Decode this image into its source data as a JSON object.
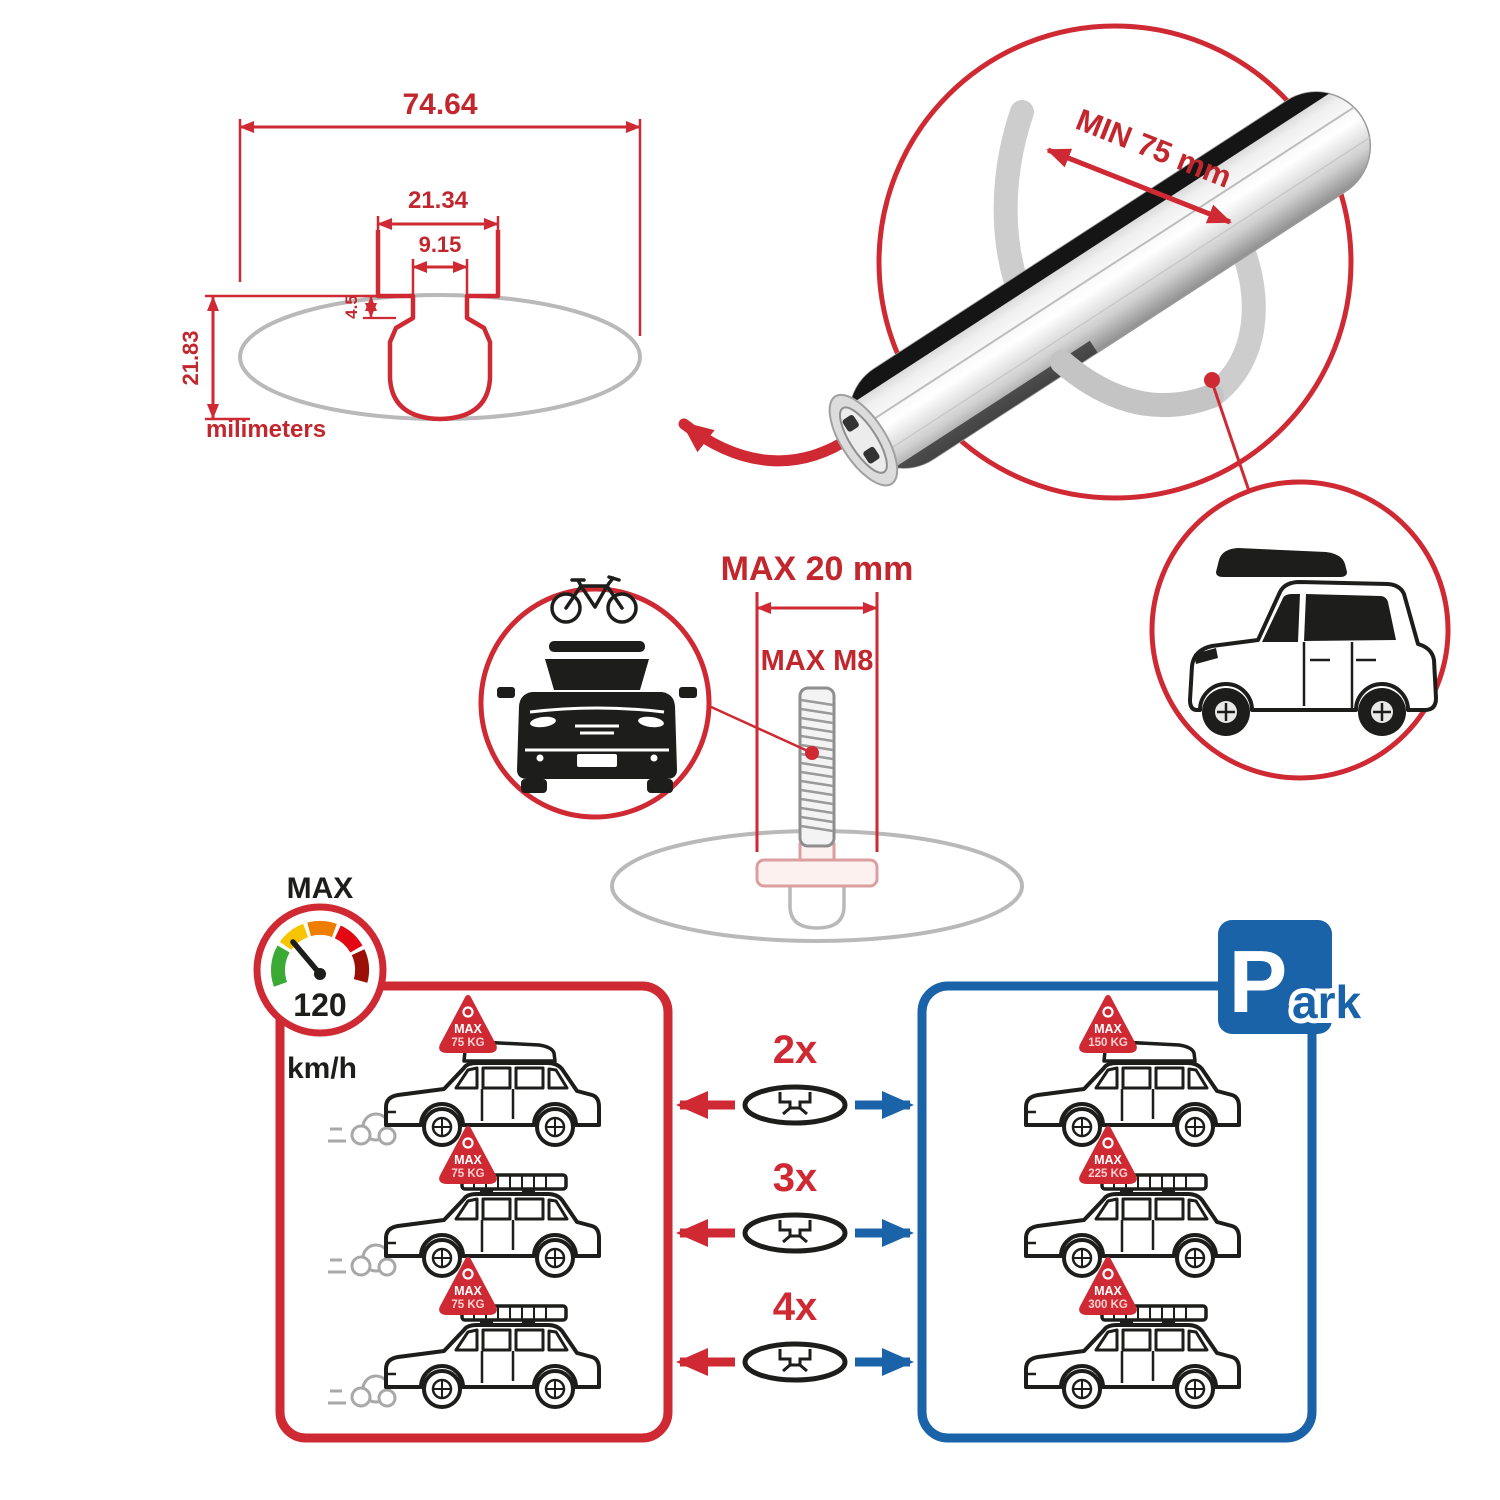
{
  "dims": {
    "total_width": "74.64",
    "slot_outer": "21.34",
    "slot_inner": "9.15",
    "step_depth": "4.5",
    "profile_height": "21.83",
    "unit": "milimeters"
  },
  "bar": {
    "min_span": "MIN 75 mm"
  },
  "bolt": {
    "max_width": "MAX 20 mm",
    "max_thread": "MAX M8"
  },
  "speed": {
    "label": "MAX",
    "value": "120",
    "unit": "km/h"
  },
  "park": {
    "p": "P",
    "ark": "ark"
  },
  "multipliers": [
    "2x",
    "3x",
    "4x"
  ],
  "driving_cars": [
    {
      "l1": "MAX",
      "l2": "75 KG"
    },
    {
      "l1": "MAX",
      "l2": "75 KG"
    },
    {
      "l1": "MAX",
      "l2": "75 KG"
    }
  ],
  "parked_cars": [
    {
      "l1": "MAX",
      "l2": "150 KG"
    },
    {
      "l1": "MAX",
      "l2": "225 KG"
    },
    {
      "l1": "MAX",
      "l2": "300 KG"
    }
  ],
  "icons": {
    "gauge": "speedometer-gauge",
    "park": "parking-sign",
    "flag": "max-load-flag",
    "bar_icon": "crossbar-cross-section",
    "bike": "bicycle-on-roof",
    "suv": "suv-with-roofbox"
  },
  "colors": {
    "red": "#cf2a33",
    "blue": "#1a63a8",
    "gray": "#b9b9b9",
    "dark": "#1d1d1b"
  }
}
